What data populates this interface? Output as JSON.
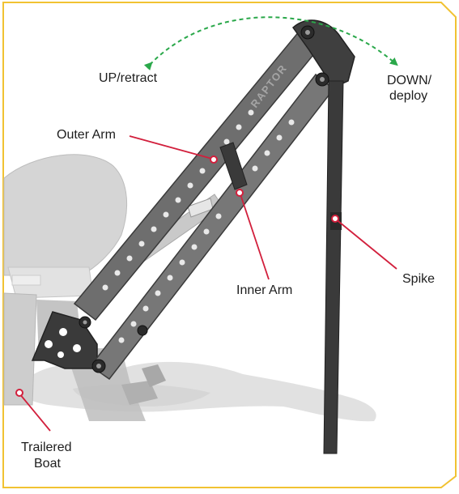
{
  "labels": {
    "up_retract": "UP/retract",
    "down_line1": "DOWN/",
    "down_line2": "deploy",
    "outer_arm": "Outer Arm",
    "inner_arm": "Inner Arm",
    "spike": "Spike",
    "boat_line1": "Trailered",
    "boat_line2": "Boat"
  },
  "brand": "RAPTOR",
  "colors": {
    "border": "#f1c232",
    "callout": "#d21f3c",
    "arrow": "#2aa84a",
    "metal": "#6e6e6e",
    "metal_dark": "#3a3a3a"
  }
}
